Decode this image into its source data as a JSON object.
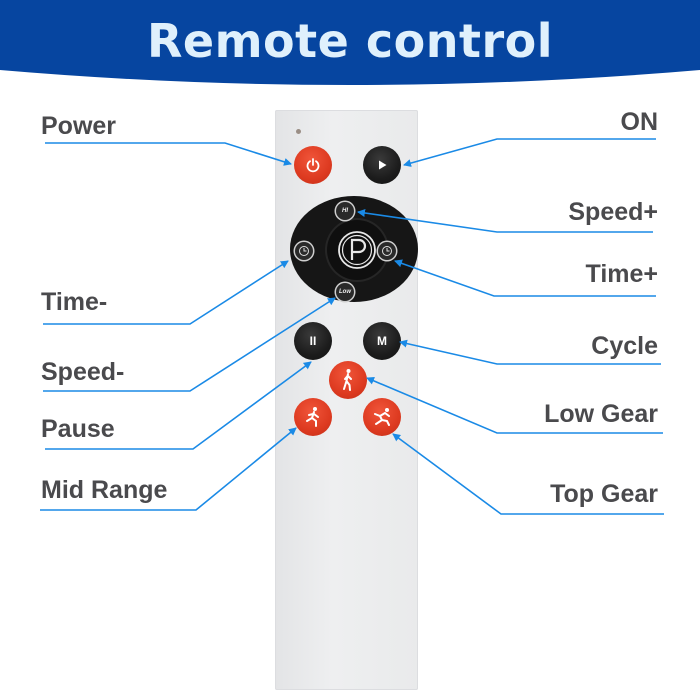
{
  "header": {
    "title": "Remote control",
    "background_color": "#0645a0",
    "text_color": "#dff0fc"
  },
  "remote": {
    "body_color": "#e8e9eb",
    "buttons": {
      "power": {
        "icon": "power-icon",
        "color": "#dd3a20"
      },
      "on": {
        "icon": "play-icon",
        "color": "#1c1c1c"
      },
      "speed_plus": {
        "icon": "hi-icon",
        "text": "HI"
      },
      "time_minus": {
        "icon": "clock-icon"
      },
      "center": {
        "icon": "p-logo-icon",
        "text": "P"
      },
      "time_plus": {
        "icon": "clock-icon"
      },
      "speed_minus": {
        "icon": "low-icon",
        "text": "Low"
      },
      "pause": {
        "icon": "pause-icon",
        "text": "II"
      },
      "cycle": {
        "icon": "m-icon",
        "text": "M"
      },
      "low_gear": {
        "icon": "walking-icon",
        "color": "#dd3a20"
      },
      "mid_range": {
        "icon": "running-icon",
        "color": "#dd3a20"
      },
      "top_gear": {
        "icon": "sprinting-icon",
        "color": "#dd3a20"
      }
    }
  },
  "labels": {
    "left": [
      {
        "text": "Power"
      },
      {
        "text": "Time-"
      },
      {
        "text": "Speed-"
      },
      {
        "text": "Pause"
      },
      {
        "text": "Mid Range"
      }
    ],
    "right": [
      {
        "text": "ON"
      },
      {
        "text": "Speed+"
      },
      {
        "text": "Time+"
      },
      {
        "text": "Cycle"
      },
      {
        "text": "Low Gear"
      },
      {
        "text": "Top Gear"
      }
    ]
  },
  "callout_color": "#1a8ae6",
  "label_color": "#4a4a4d"
}
